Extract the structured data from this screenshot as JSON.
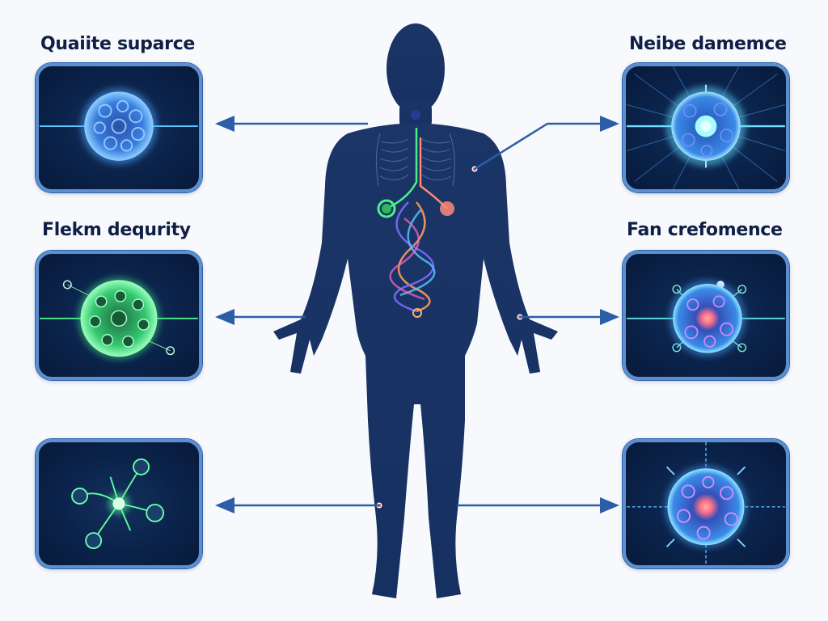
{
  "diagram": {
    "subject": "human body figure with cell panels",
    "figure_color": "#17305e",
    "arrow_color": "#2c5ea8",
    "panel_border_color": "#5c8fd0",
    "panels": [
      {
        "id": "top-left",
        "label": "Quaiite suparce",
        "cell_color": "#4da3ff",
        "cell_type": "blue spherical cell"
      },
      {
        "id": "mid-left",
        "label": "Flekm dequrity",
        "cell_color": "#3ee07a",
        "cell_type": "green spherical cell"
      },
      {
        "id": "bottom-left",
        "label": "",
        "cell_color": "#4be08a",
        "cell_type": "green star-shaped neuron-like cell"
      },
      {
        "id": "top-right",
        "label": "Neibe damemce",
        "cell_color": "#5fd8ff",
        "cell_type": "glowing cyan radiating cell"
      },
      {
        "id": "mid-right",
        "label": "Fan crefomence",
        "cell_color": "#ff7a8a",
        "cell_type": "blue cell with pink nucleus and anchors"
      },
      {
        "id": "bottom-right",
        "label": "",
        "cell_color": "#ff6f8a",
        "cell_type": "blue cell with pink nucleus and spikes"
      }
    ]
  }
}
